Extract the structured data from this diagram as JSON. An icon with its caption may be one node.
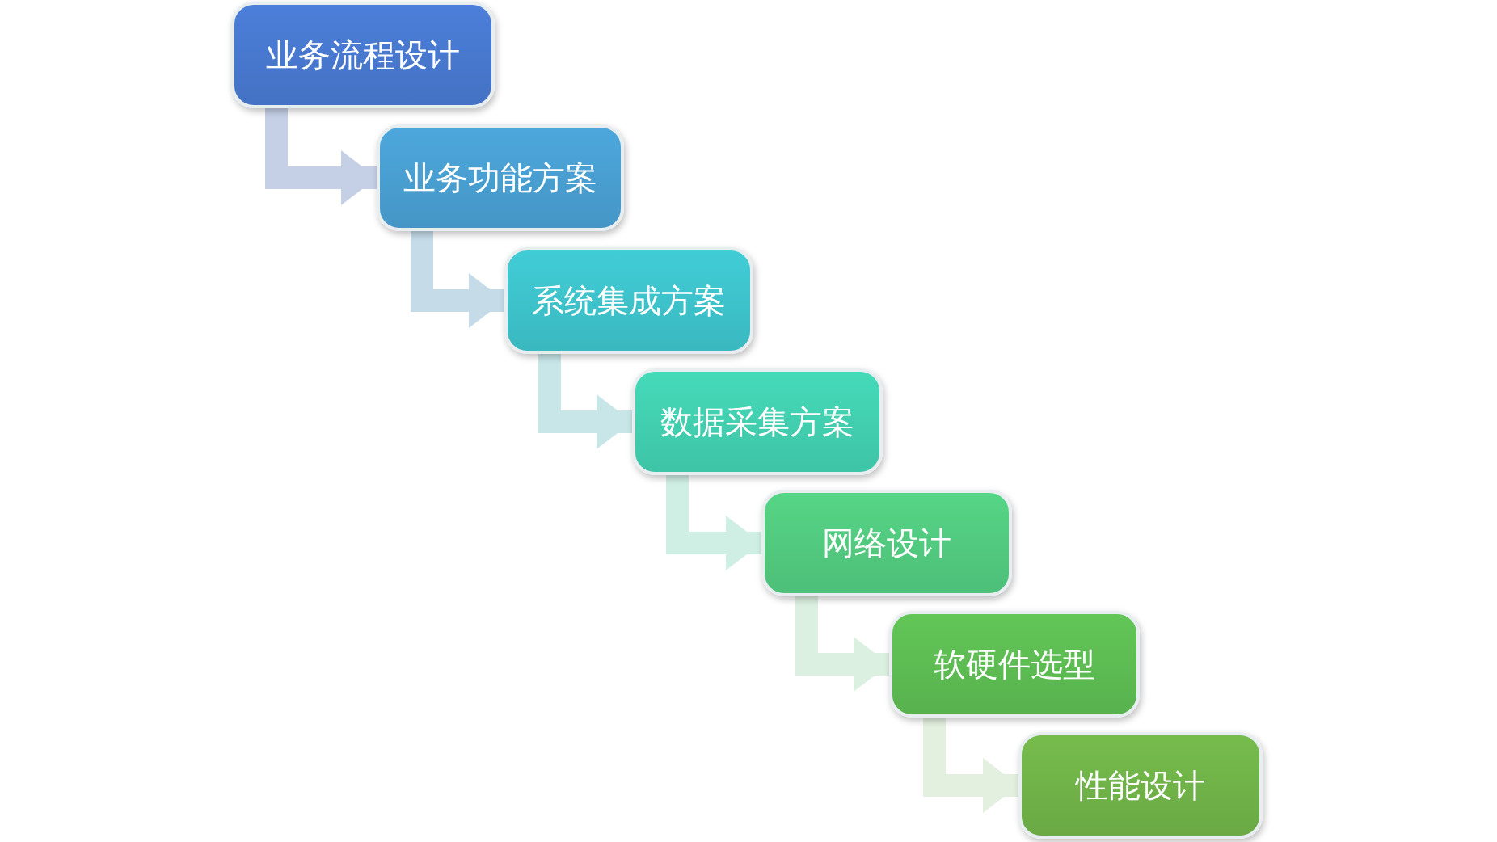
{
  "diagram": {
    "nodes": [
      {
        "text": [
          "业务流程设计"
        ]
      },
      {
        "text": [
          "业务功能方案"
        ]
      },
      {
        "text": [
          "系统集成方案"
        ]
      },
      {
        "text": [
          "数据采集方案"
        ]
      },
      {
        "text": [
          "网络设计"
        ]
      },
      {
        "text": [
          "软硬件选型"
        ]
      },
      {
        "text": [
          "性能设计"
        ]
      }
    ],
    "edges": [
      {
        "from": 0,
        "to": 1,
        "arrow": "to"
      },
      {
        "from": 1,
        "to": 2,
        "arrow": "to"
      },
      {
        "from": 2,
        "to": 3,
        "arrow": "to"
      },
      {
        "from": 3,
        "to": 4,
        "arrow": "to"
      },
      {
        "from": 4,
        "to": 5,
        "arrow": "to"
      },
      {
        "from": 5,
        "to": 6,
        "arrow": "to"
      }
    ]
  }
}
